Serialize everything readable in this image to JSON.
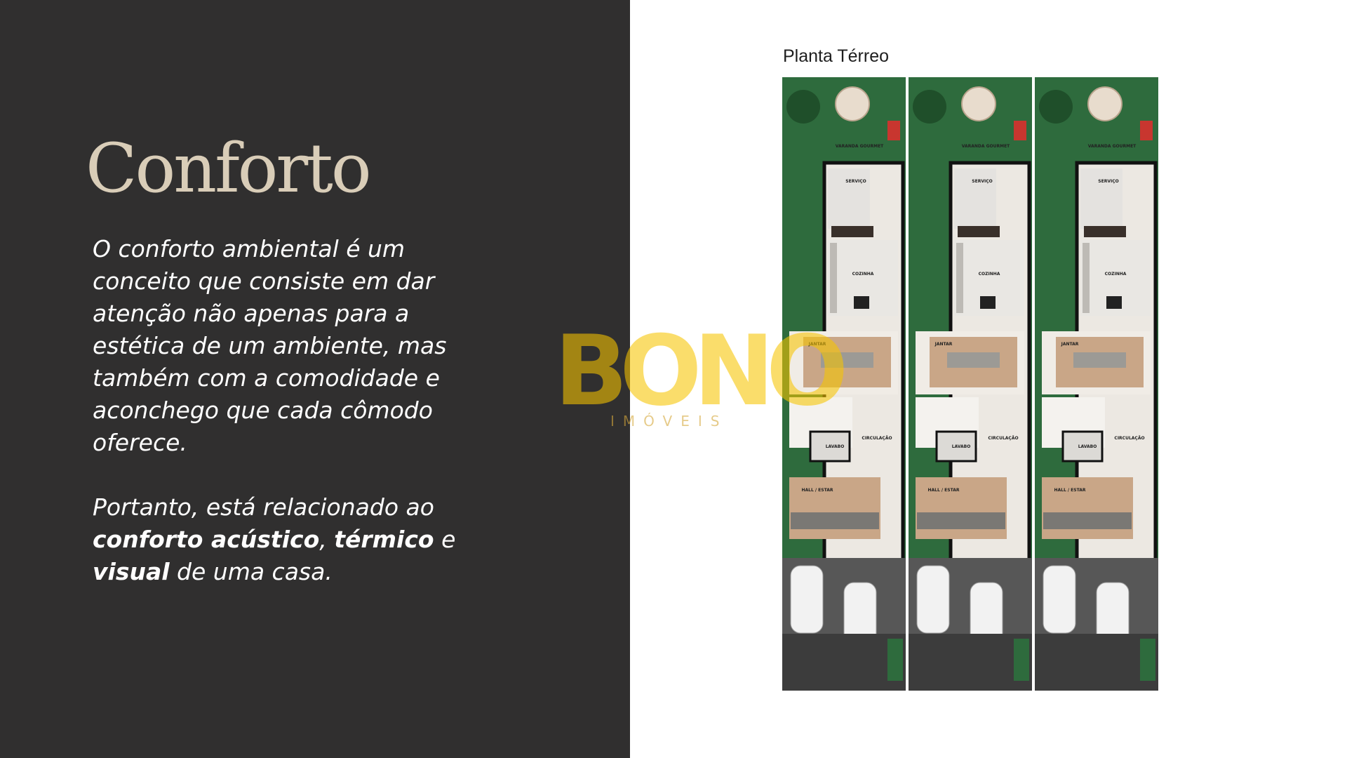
{
  "slide": {
    "title": "Conforto",
    "paragraph1": "O conforto ambiental é um conceito que consiste em dar atenção não apenas para a estética de um ambiente, mas também com a comodidade e aconchego que cada cômodo oferece.",
    "paragraph2": {
      "part1": "Portanto, está relacionado ao ",
      "bold1": "conforto acústico",
      "part2": ", ",
      "bold2": "térmico",
      "part3": " e ",
      "bold3": "visual",
      "part4": " de uma casa."
    }
  },
  "floor_plan": {
    "title": "Planta Térreo",
    "room_labels": {
      "varanda": "VARANDA GOURMET",
      "servico": "SERVIÇO",
      "cozinha": "COZINHA",
      "jantar": "JANTAR",
      "circulacao": "CIRCULAÇÃO",
      "lavabo": "LAVABO",
      "hall": "HALL / ESTAR"
    }
  },
  "watermark": {
    "logo": "BONO",
    "subtitle": "IMÓVEIS"
  },
  "colors": {
    "panel_bg": "#302f2f",
    "title_color": "#d9cdb8",
    "grass": "#2e6b3d",
    "watermark": "#f6c400"
  }
}
